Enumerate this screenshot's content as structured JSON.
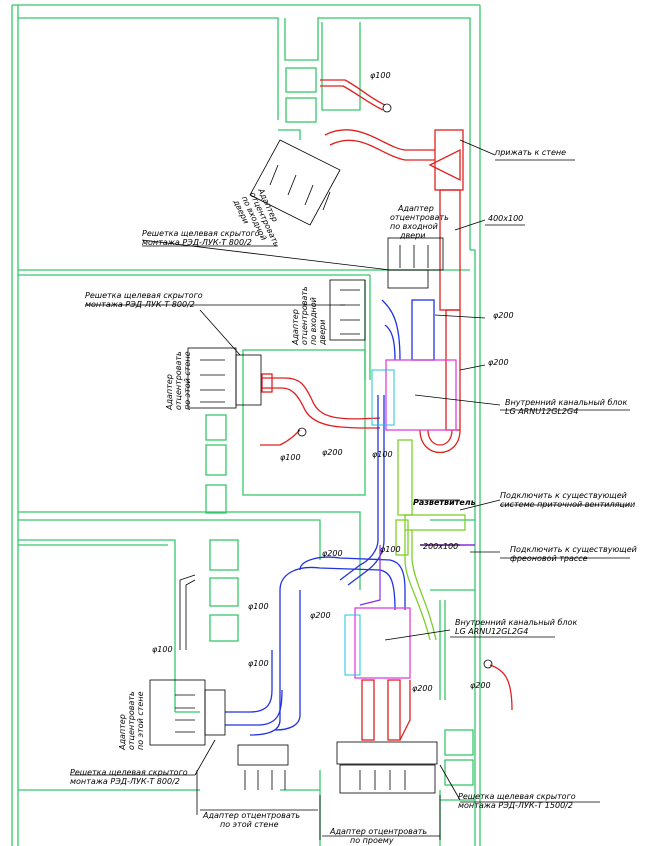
{
  "labels": {
    "phi100_a": "φ100",
    "phi100_b": "φ100",
    "phi100_c": "φ100",
    "phi100_d": "φ100",
    "phi100_e": "φ100",
    "phi100_f": "φ100",
    "phi100_g": "φ100",
    "phi200_a": "φ200",
    "phi200_b": "φ200",
    "phi200_c": "φ200",
    "phi200_d": "φ200",
    "phi200_e": "φ200",
    "phi200_f": "φ200",
    "phi200_g": "φ200",
    "press_wall": "прижать к стене",
    "size_400x100": "400х100",
    "size_200x100": "200х100",
    "unit1": "Внутренний канальный блок",
    "unit1_model": "LG ARNU12GL2G4",
    "unit2": "Внутренний канальный блок",
    "unit2_model": "LG ARNU12GL2G4",
    "splitter": "Разветвитель",
    "connect_vent_1": "Подключить к существующей",
    "connect_vent_2": "системе приточной вентиляции",
    "connect_freon_1": "Подключить к существующей",
    "connect_freon_2": "фреоновой трассе",
    "grille1_1": "Решетка щелевая скрытого",
    "grille1_2": "монтажа РЭД-ЛУК-Т 800/2",
    "grille2_1": "Решетка щелевая скрытого",
    "grille2_2": "монтажа РЭД-ЛУК-Т 800/2",
    "grille3_1": "Решетка щелевая скрытого",
    "grille3_2": "монтажа РЭД-ЛУК-Т 800/2",
    "grille4_1": "Решетка щелевая скрытого",
    "grille4_2": "монтажа РЭД-ЛУК-Т 1500/2",
    "adapter_door_1": "Адаптер",
    "adapter_door_2": "отцентровать",
    "adapter_door_3": "по входной",
    "adapter_door_4": "двери",
    "adapter_tilt_1": "Адаптер",
    "adapter_tilt_2": "отцентровать",
    "adapter_tilt_3": "по входной",
    "adapter_tilt_4": "двери",
    "adapter_v1_1": "Адаптер",
    "adapter_v1_2": "отцентровать",
    "adapter_v1_3": "по входной",
    "adapter_v1_4": "двери",
    "adapter_v2_1": "Адаптер",
    "adapter_v2_2": "отцентровать",
    "adapter_v2_3": "по этой стене",
    "adapter_v3_1": "Адаптер",
    "adapter_v3_2": "отцентровать",
    "adapter_v3_3": "по этой стене",
    "adapter_wall_1": "Адаптер отцентровать",
    "adapter_wall_2": "по этой стене",
    "adapter_open_1": "Адаптер отцентровать",
    "adapter_open_2": "по проему"
  },
  "colors": {
    "wall": "#35c86a",
    "duct_supply": "#e02020",
    "duct_return": "#2232e0",
    "duct_fresh": "#7ccf2a",
    "freon": "#8a2be2"
  }
}
